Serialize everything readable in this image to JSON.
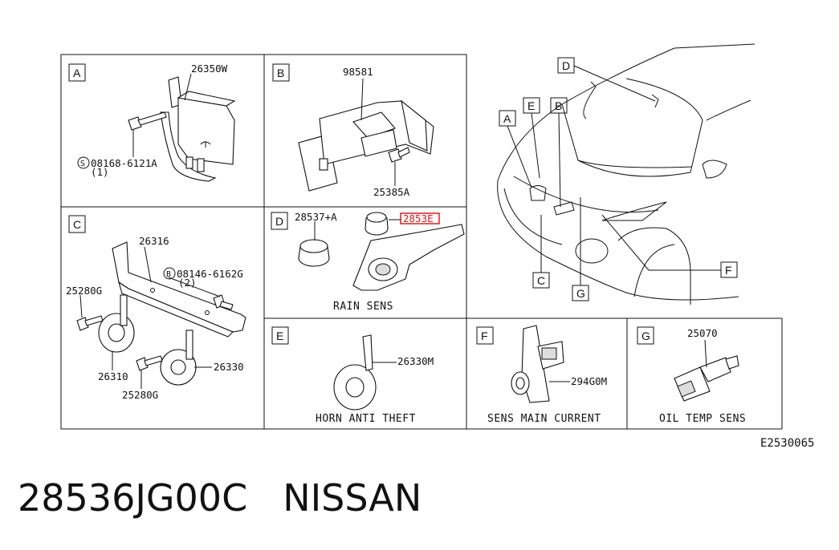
{
  "diagram": {
    "code": "E2530065",
    "highlight_color": "#e8181c",
    "panels": {
      "A": {
        "letter": "A",
        "parts": [
          "26350W",
          "08168-6121A",
          "(1)"
        ],
        "bolt_symbol": "S"
      },
      "B": {
        "letter": "B",
        "parts": [
          "98581",
          "25385A"
        ]
      },
      "C": {
        "letter": "C",
        "parts": [
          "26316",
          "08146-6162G",
          "(2)",
          "25280G",
          "26310",
          "25280G",
          "26330"
        ],
        "bolt_symbol": "B"
      },
      "D": {
        "letter": "D",
        "parts": [
          "28537+A",
          "2853E"
        ],
        "caption": "RAIN SENS"
      },
      "E": {
        "letter": "E",
        "parts": [
          "26330M"
        ],
        "caption": "HORN ANTI THEFT"
      },
      "F": {
        "letter": "F",
        "parts": [
          "294G0M"
        ],
        "caption": "SENS MAIN CURRENT"
      },
      "G": {
        "letter": "G",
        "parts": [
          "25070"
        ],
        "caption": "OIL TEMP SENS"
      }
    },
    "car_callouts": [
      "D",
      "A",
      "E",
      "B",
      "C",
      "G",
      "F"
    ]
  },
  "footer": {
    "part_number": "28536JG00C",
    "brand": "NISSAN"
  }
}
